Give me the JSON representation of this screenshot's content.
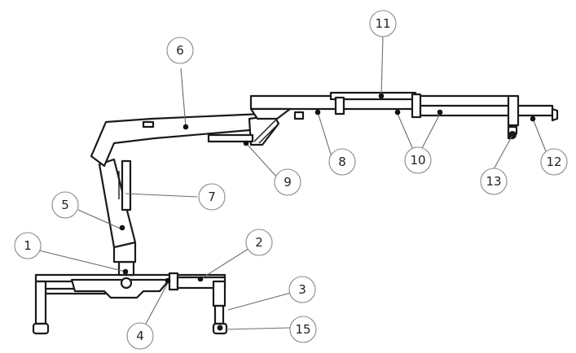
{
  "diagram": {
    "callouts": [
      {
        "id": "c1",
        "label": "1"
      },
      {
        "id": "c2",
        "label": "2"
      },
      {
        "id": "c3",
        "label": "3"
      },
      {
        "id": "c4",
        "label": "4"
      },
      {
        "id": "c5",
        "label": "5"
      },
      {
        "id": "c6",
        "label": "6"
      },
      {
        "id": "c7",
        "label": "7"
      },
      {
        "id": "c8",
        "label": "8"
      },
      {
        "id": "c9",
        "label": "9"
      },
      {
        "id": "c10",
        "label": "10"
      },
      {
        "id": "c11",
        "label": "11"
      },
      {
        "id": "c12",
        "label": "12"
      },
      {
        "id": "c13",
        "label": "13"
      },
      {
        "id": "c15",
        "label": "15"
      }
    ]
  }
}
